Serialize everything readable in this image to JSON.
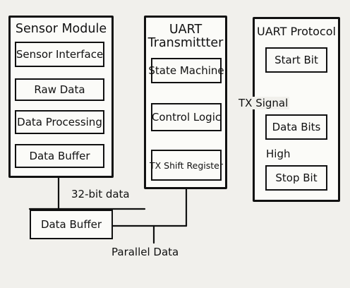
{
  "sensor_module": {
    "title": "Sensor Module",
    "blocks": [
      "Sensor Interface",
      "Raw Data",
      "Data Processing",
      "Data Buffer"
    ]
  },
  "uart_transmitter": {
    "title_line1": "UART",
    "title_line2": "Transmittter",
    "blocks": [
      "State Machine",
      "Control Logic",
      "TX Shift Register"
    ]
  },
  "uart_protocol": {
    "title": "UART Protocol",
    "blocks": [
      "Start Bit",
      "Data Bits",
      "Stop Bit"
    ],
    "tx_signal_label": "TX Signal",
    "high_label": "High"
  },
  "bus": {
    "width_label": "32-bit data",
    "buffer_label": "Data Buffer",
    "parallel_label": "Parallel Data"
  }
}
